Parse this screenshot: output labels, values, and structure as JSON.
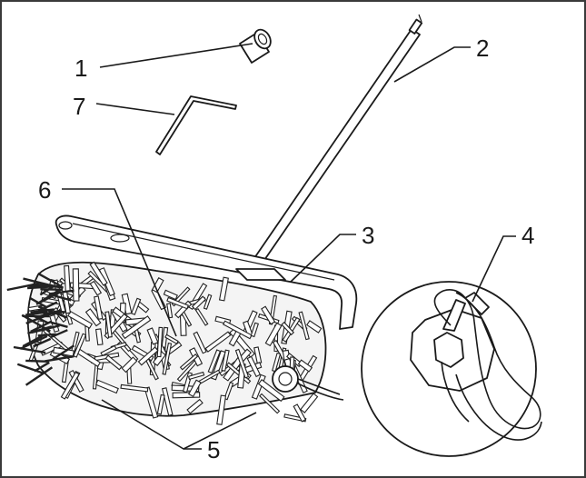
{
  "callouts": [
    {
      "id": "1",
      "label": "1"
    },
    {
      "id": "2",
      "label": "2"
    },
    {
      "id": "3",
      "label": "3"
    },
    {
      "id": "4",
      "label": "4"
    },
    {
      "id": "5",
      "label": "5"
    },
    {
      "id": "6",
      "label": "6"
    },
    {
      "id": "7",
      "label": "7"
    }
  ],
  "colors": {
    "line": "#1a1a1a",
    "background": "#ffffff",
    "frame": "#3a3a3a"
  },
  "icons": [
    "sleeve-icon",
    "drive-shaft-icon",
    "brush-guard-icon",
    "linch-pin-icon",
    "bristle-roller-icon",
    "hex-key-icon"
  ]
}
